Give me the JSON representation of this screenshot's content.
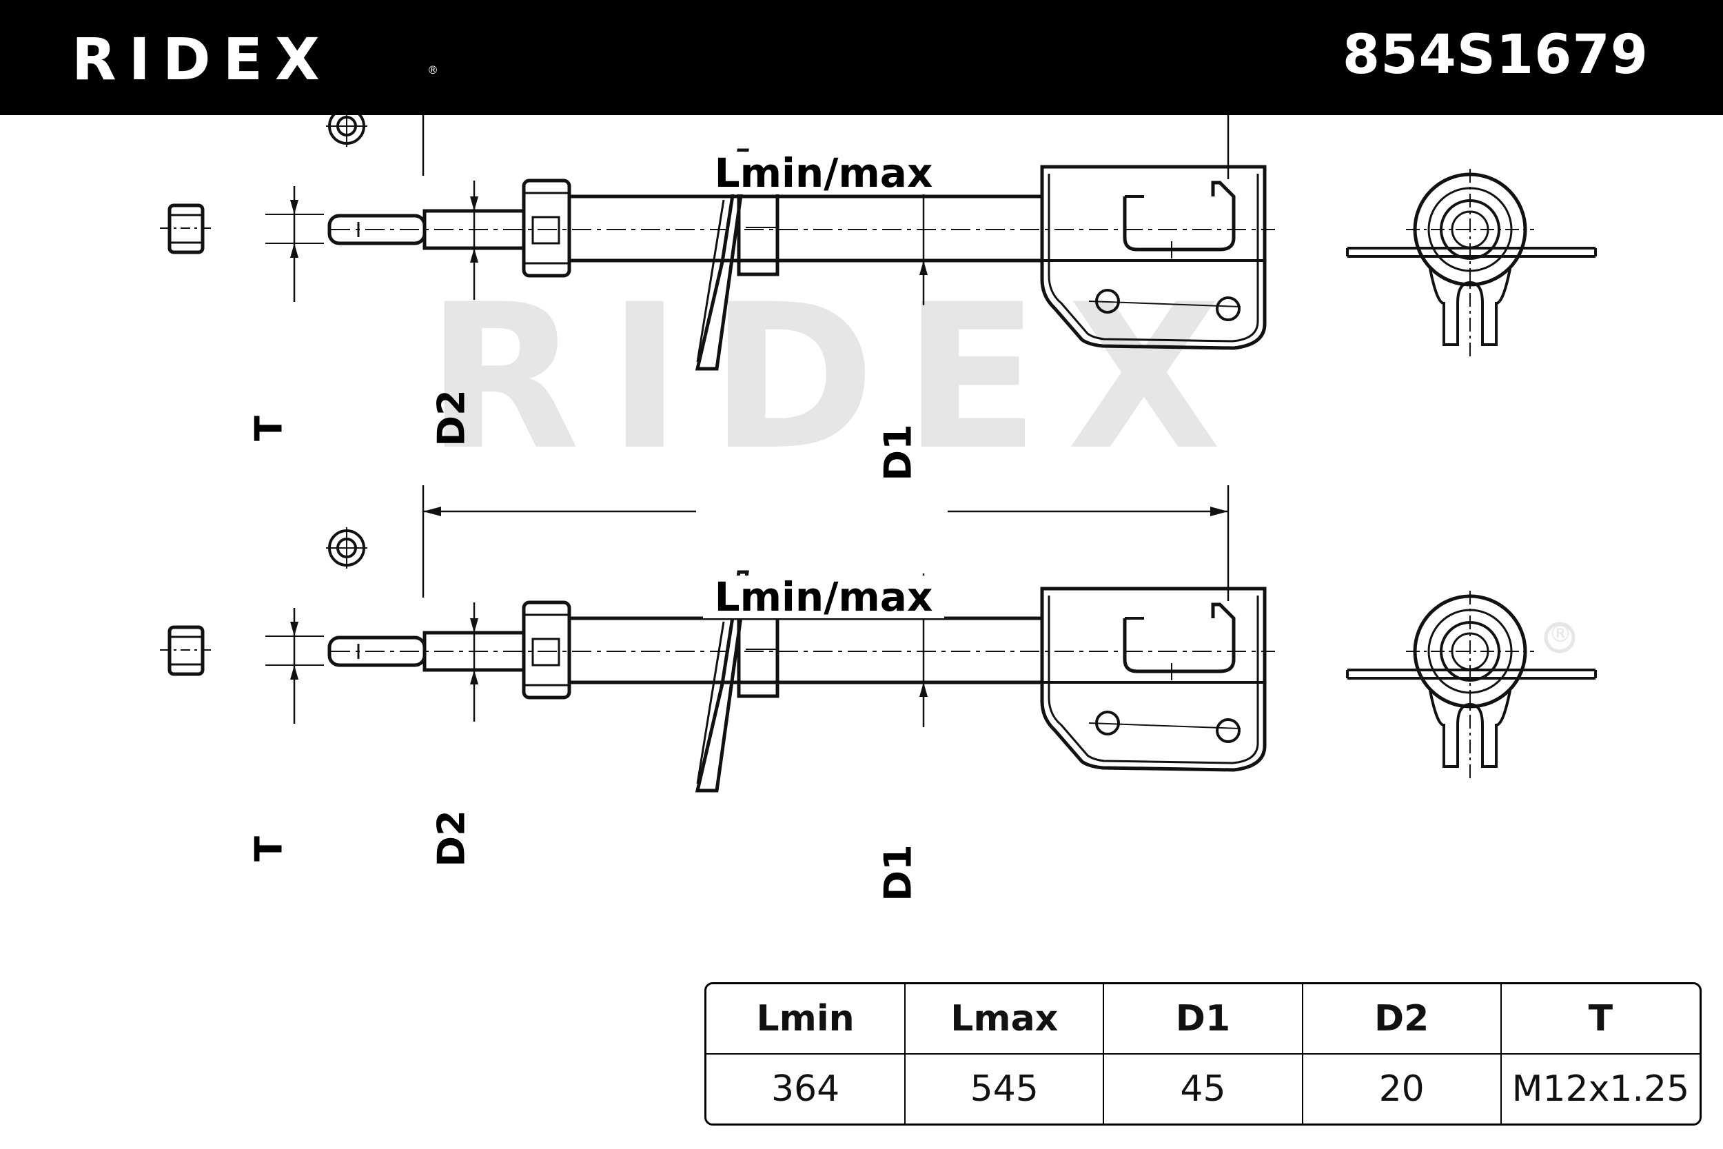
{
  "header": {
    "brand": "RIDEX",
    "registered_mark": "®",
    "part_number": "854S1679"
  },
  "watermark": {
    "text": "RIDEX",
    "registered_mark": "®"
  },
  "drawings": [
    {
      "length_label": "Lmin/max",
      "d1_label": "D1",
      "d2_label": "D2",
      "t_label": "T"
    },
    {
      "length_label": "Lmin/max",
      "d1_label": "D1",
      "d2_label": "D2",
      "t_label": "T"
    }
  ],
  "specs": {
    "headers": [
      "Lmin",
      "Lmax",
      "D1",
      "D2",
      "T"
    ],
    "values": [
      "364",
      "545",
      "45",
      "20",
      "M12x1.25"
    ]
  },
  "colors": {
    "header_bg": "#000000",
    "header_text": "#ffffff",
    "line": "#111111",
    "watermark": "#e6e6e6"
  }
}
